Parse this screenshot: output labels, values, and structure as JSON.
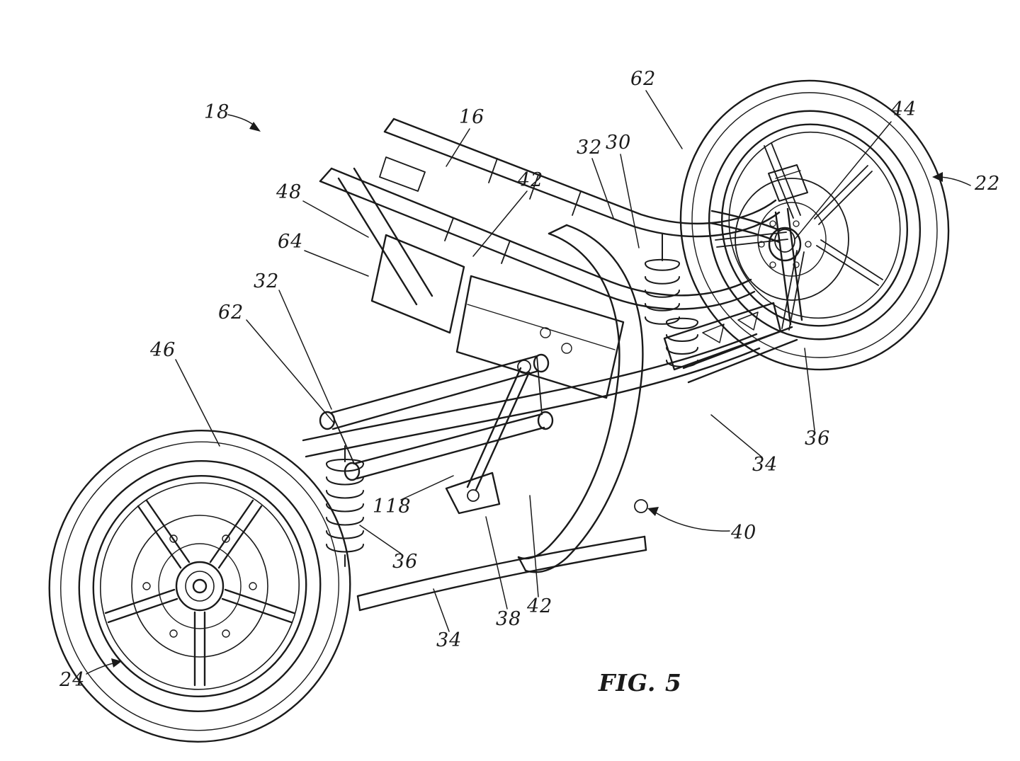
{
  "figure": {
    "caption": "FIG. 5",
    "kind": "patent line drawing - three-wheeled vehicle chassis",
    "colors": {
      "line": "#1a1a1a",
      "background": "#ffffff"
    }
  },
  "labels": [
    {
      "text": "18"
    },
    {
      "text": "16"
    },
    {
      "text": "62"
    },
    {
      "text": "32"
    },
    {
      "text": "30"
    },
    {
      "text": "44"
    },
    {
      "text": "22"
    },
    {
      "text": "48"
    },
    {
      "text": "64"
    },
    {
      "text": "32"
    },
    {
      "text": "62"
    },
    {
      "text": "46"
    },
    {
      "text": "42"
    },
    {
      "text": "36"
    },
    {
      "text": "34"
    },
    {
      "text": "40"
    },
    {
      "text": "118"
    },
    {
      "text": "36"
    },
    {
      "text": "38"
    },
    {
      "text": "42"
    },
    {
      "text": "34"
    },
    {
      "text": "24"
    }
  ]
}
